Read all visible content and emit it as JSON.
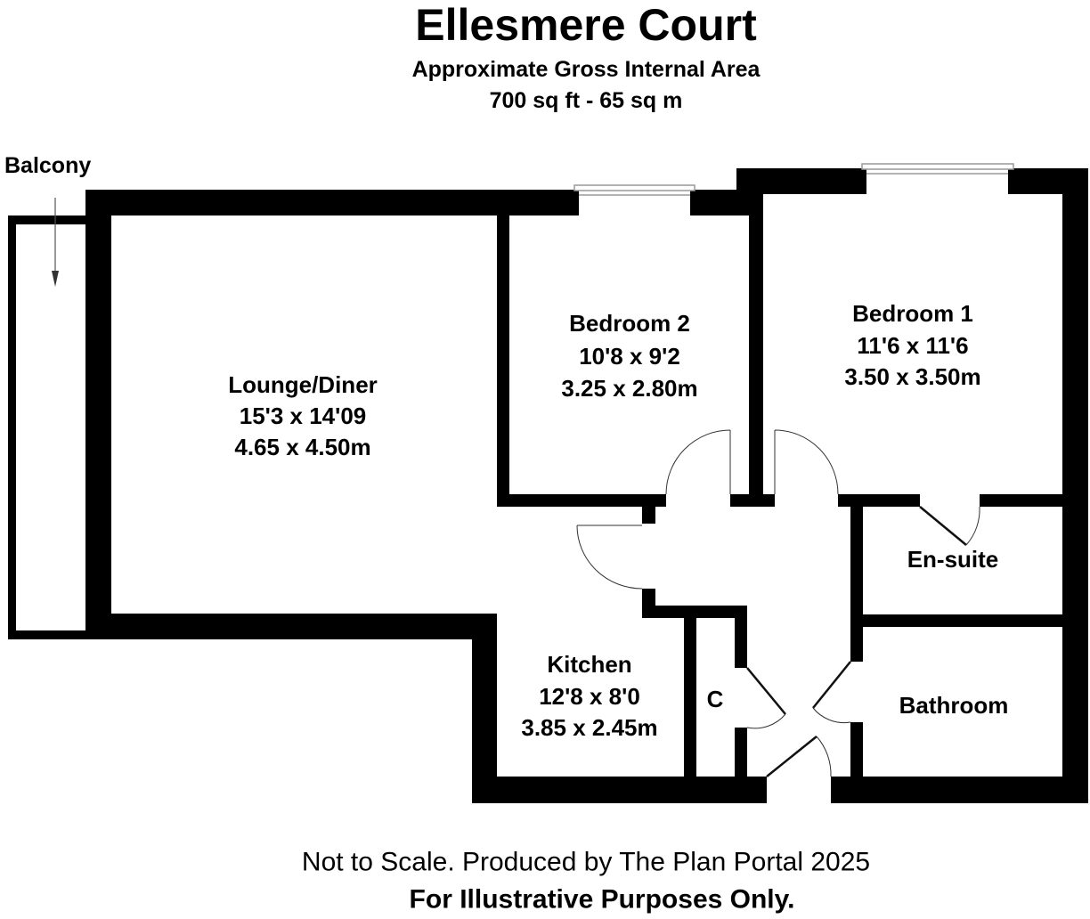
{
  "header": {
    "title": "Ellesmere Court",
    "subtitle": "Approximate Gross Internal Area",
    "area": "700 sq ft - 65 sq m"
  },
  "rooms": {
    "balcony": {
      "name": "Balcony"
    },
    "lounge": {
      "name": "Lounge/Diner",
      "imperial": "15'3 x 14'09",
      "metric": "4.65 x 4.50m"
    },
    "bedroom2": {
      "name": "Bedroom 2",
      "imperial": "10'8 x 9'2",
      "metric": "3.25 x 2.80m"
    },
    "bedroom1": {
      "name": "Bedroom 1",
      "imperial": "11'6 x 11'6",
      "metric": "3.50 x 3.50m"
    },
    "ensuite": {
      "name": "En-suite"
    },
    "kitchen": {
      "name": "Kitchen",
      "imperial": "12'8 x 8'0",
      "metric": "3.85 x 2.45m"
    },
    "cupboard": {
      "name": "C"
    },
    "bathroom": {
      "name": "Bathroom"
    }
  },
  "footer": {
    "note": "Not to Scale. Produced by The Plan Portal 2025",
    "disclaimer": "For Illustrative Purposes Only."
  }
}
